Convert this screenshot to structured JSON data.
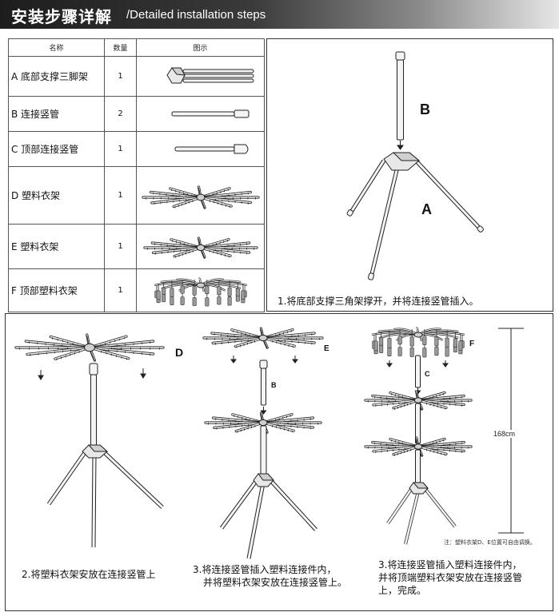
{
  "header": {
    "title_zh": "安装步骤详解",
    "title_en": "/Detailed installation steps"
  },
  "parts_table": {
    "columns": [
      "名称",
      "数量",
      "图示"
    ],
    "rows": [
      {
        "name": "A 底部支撑三脚架",
        "qty": "1"
      },
      {
        "name": "B 连接竖管",
        "qty": "2"
      },
      {
        "name": "C 顶部连接竖管",
        "qty": "1"
      },
      {
        "name": "D 塑料衣架",
        "qty": "1"
      },
      {
        "name": "E 塑料衣架",
        "qty": "1"
      },
      {
        "name": "F 顶部塑料衣架",
        "qty": "1"
      }
    ]
  },
  "labels": {
    "a": "A",
    "b": "B",
    "c": "C",
    "d": "D",
    "e": "E",
    "f": "F"
  },
  "steps": {
    "step1": "1.将底部支撑三角架撑开，并将连接竖管插入。",
    "step2": "2.将塑料衣架安放在连接竖管上",
    "step3a_line1": "3.将连接竖管插入塑料连接件内，",
    "step3a_line2": "并将塑料衣架安放在连接竖管上。",
    "step3b_line1": "3.将连接竖管插入塑料连接件内，",
    "step3b_line2": "并将顶端塑料衣架安放在连接竖管",
    "step3b_line3": "上，完成。"
  },
  "height_scale": {
    "value": "168cm"
  },
  "note": "注：塑料衣架D、E位置可自由调换。",
  "colors": {
    "line": "#222222",
    "tube_fill": "#f4f4f4",
    "shade": "#cfcfcf"
  }
}
